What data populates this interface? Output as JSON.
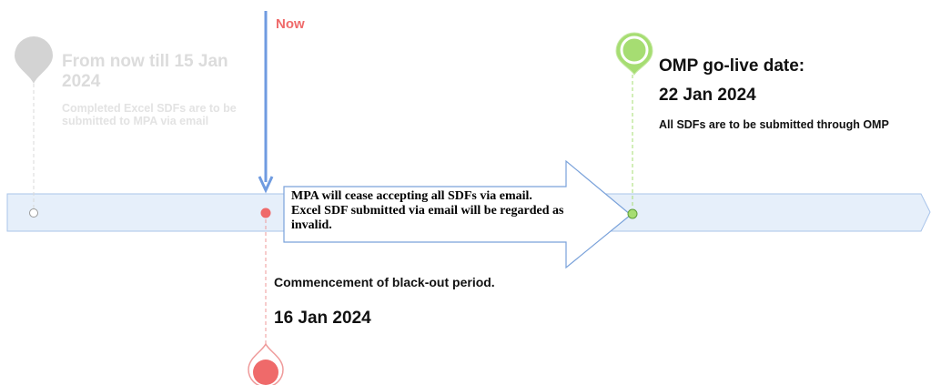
{
  "milestones": {
    "past": {
      "title": "From now till 15 Jan 2024",
      "description": "Completed Excel SDFs are to be submitted to MPA via email"
    },
    "now": {
      "label": "Now",
      "event": "Commencement of black-out period.",
      "date": "16 Jan 2024"
    },
    "go_live": {
      "title": "OMP go-live date:",
      "date": "22 Jan 2024",
      "description": "All SDFs are to be submitted through OMP"
    }
  },
  "notice": "MPA will cease accepting all SDFs via email. Excel SDF submitted via email will be regarded as invalid.",
  "colors": {
    "timeline_fill": "#e6effa",
    "timeline_stroke": "#a9c4ea",
    "now_arrow": "#6f9be0",
    "past_marker": "#d0d0d0",
    "now_marker": "#ef6a6a",
    "go_live_marker": "#a6dd72"
  }
}
